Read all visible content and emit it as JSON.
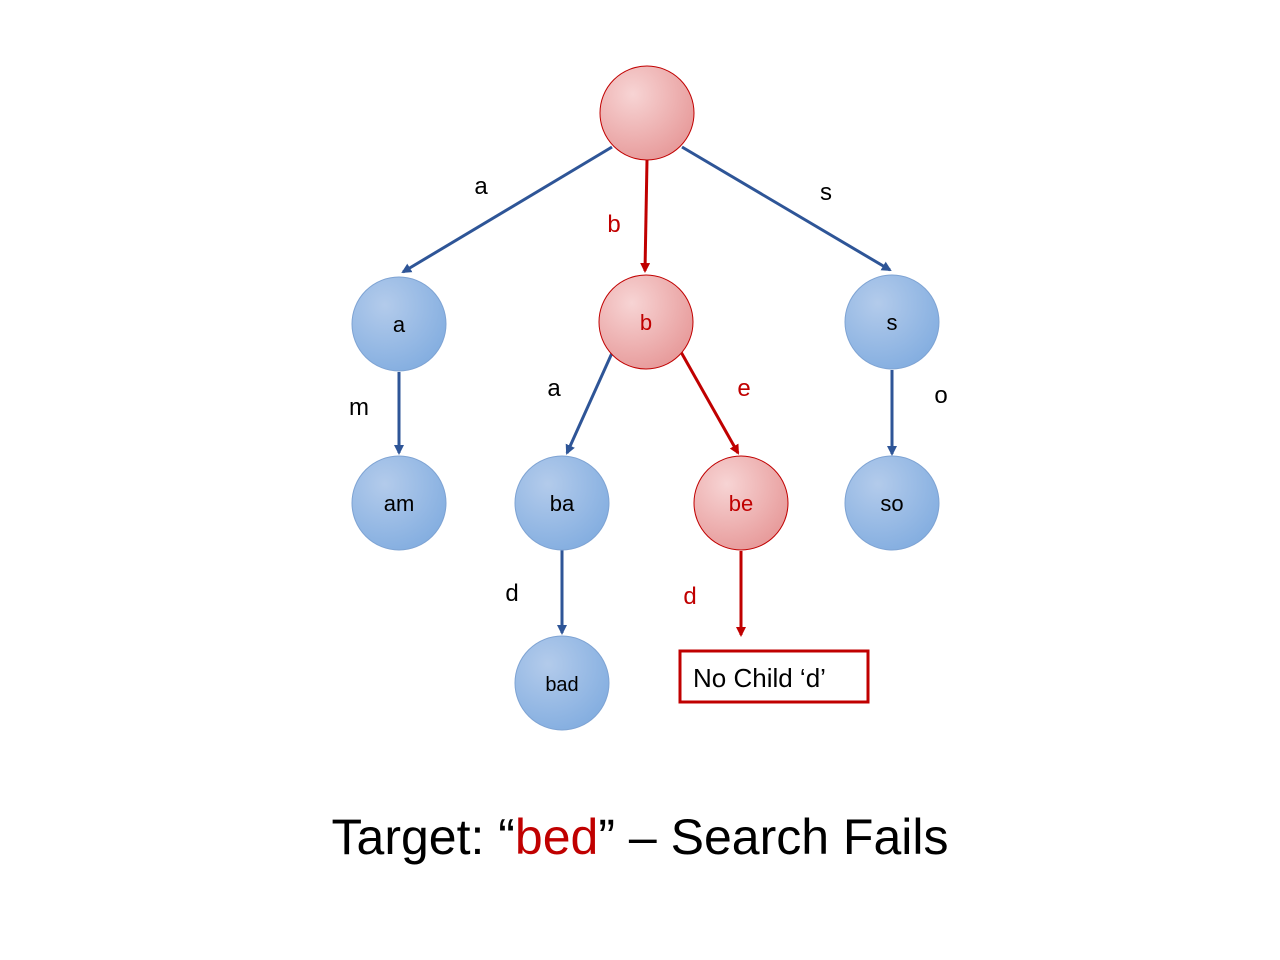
{
  "colors": {
    "blue_edge": "#2e5597",
    "red": "#c00000",
    "label": "#000000"
  },
  "nodes": {
    "root": {
      "label": ""
    },
    "a": {
      "label": "a"
    },
    "b": {
      "label": "b"
    },
    "s": {
      "label": "s"
    },
    "am": {
      "label": "am"
    },
    "ba": {
      "label": "ba"
    },
    "be": {
      "label": "be"
    },
    "so": {
      "label": "so"
    },
    "bad": {
      "label": "bad"
    }
  },
  "edges": {
    "root_a": "a",
    "root_b": "b",
    "root_s": "s",
    "a_am": "m",
    "b_ba": "a",
    "b_be": "e",
    "s_so": "o",
    "ba_bad": "d",
    "be_fail": "d"
  },
  "fail_box": {
    "text": "No Child ‘d’"
  },
  "caption": {
    "prefix": "Target: “",
    "target": "bed",
    "suffix": "” – Search Fails"
  }
}
